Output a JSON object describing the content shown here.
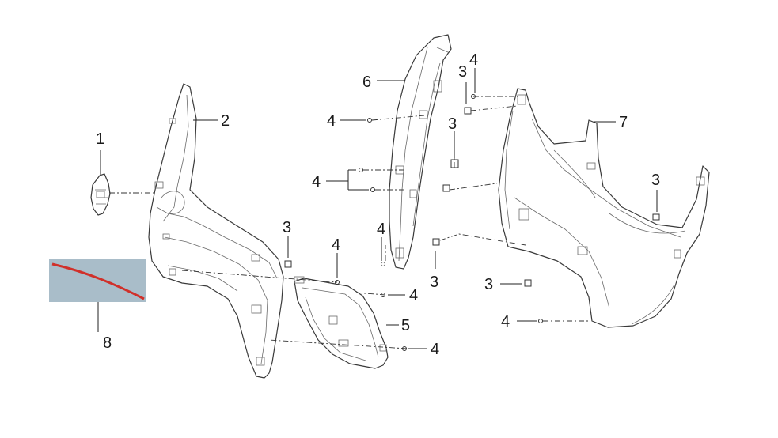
{
  "callouts": {
    "c1": "1",
    "c2": "2",
    "c3a": "3",
    "c3b": "3",
    "c3c": "3",
    "c3d": "3",
    "c3e": "3",
    "c3f": "3",
    "c4a": "4",
    "c4b": "4",
    "c4c": "4",
    "c4d": "4",
    "c4e": "4",
    "c4f": "4",
    "c4g": "4",
    "c4h": "4",
    "c5": "5",
    "c6": "6",
    "c7": "7",
    "c8": "8"
  },
  "colors": {
    "decal_background": "#a9bdc9",
    "decal_stripe": "#d0302a",
    "line": "#3a3a3a"
  }
}
